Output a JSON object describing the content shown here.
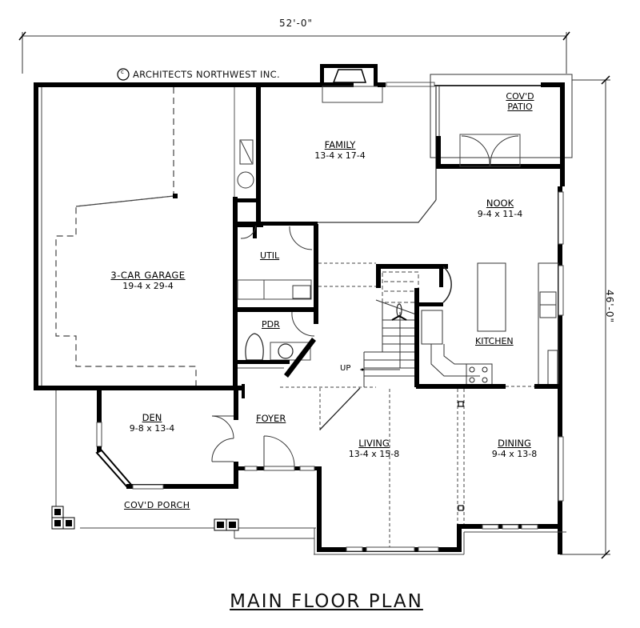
{
  "title": "MAIN FLOOR PLAN",
  "copyright": "ARCHITECTS NORTHWEST INC.",
  "copyright_symbol": "c",
  "dimensions": {
    "width": "52'-0\"",
    "depth": "46'-0\""
  },
  "rooms": {
    "garage": {
      "name": "3-CAR GARAGE",
      "size": "19-4 x 29-4"
    },
    "family": {
      "name": "FAMILY",
      "size": "13-4 x 17-4"
    },
    "patio": {
      "name_line1": "COV'D",
      "name_line2": "PATIO"
    },
    "nook": {
      "name": "NOOK",
      "size": "9-4 x 11-4"
    },
    "util": {
      "name": "UTIL"
    },
    "pdr": {
      "name": "PDR"
    },
    "kitchen": {
      "name": "KITCHEN"
    },
    "den": {
      "name": "DEN",
      "size": "9-8 x 13-4"
    },
    "foyer": {
      "name": "FOYER"
    },
    "living": {
      "name": "LIVING",
      "size": "13-4 x 15-8"
    },
    "dining": {
      "name": "DINING",
      "size": "9-4 x 13-8"
    },
    "porch": {
      "name": "COV'D PORCH"
    }
  },
  "stair_label": "UP"
}
